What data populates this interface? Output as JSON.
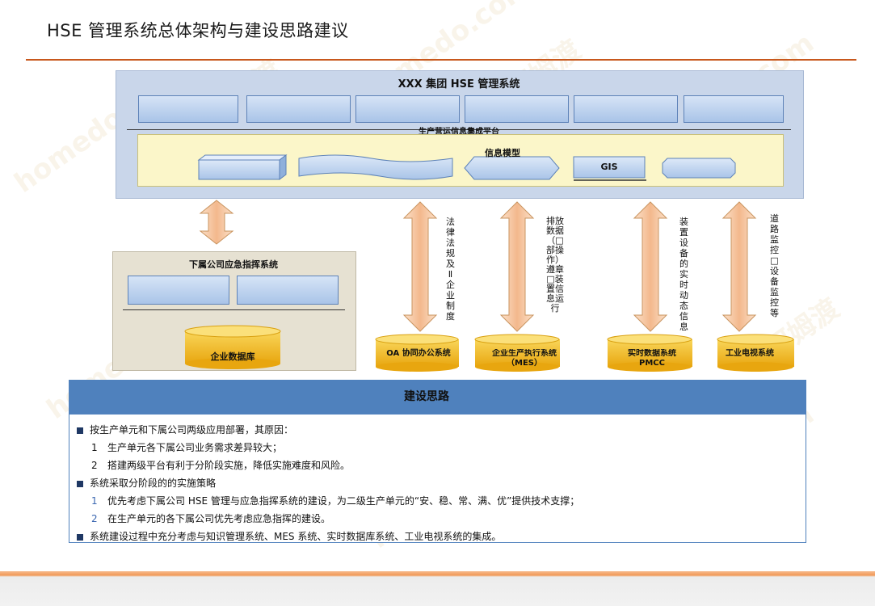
{
  "page": {
    "title": "HSE 管理系统总体架构与建设思路建议"
  },
  "diagram": {
    "main_system_title": "XXX 集团 HSE 管理系统",
    "platform_label": "生产营运信息集成平台",
    "info_model_label": "信息模型",
    "gis_label": "GIS",
    "subsidiary_title": "下属公司应急指挥系统",
    "enterprise_db_label": "企业数据库",
    "arrows": [
      {
        "text": "法律法规及Ⅱ企业制度"
      },
      {
        "text": "排放数据（□部操作）遵章□装置信息运行"
      },
      {
        "text": "装置设备的实时动态信息"
      },
      {
        "text": "道路监控□设备监控等"
      }
    ],
    "systems": [
      {
        "label": "OA 协同办公系统"
      },
      {
        "label": "企业生产执行系统（MES）"
      },
      {
        "label": "实时数据系统PMCC"
      },
      {
        "label": "工业电视系统"
      }
    ],
    "colors": {
      "panel_blue": "#c9d6ea",
      "module_blue": "#a9c4e8",
      "platform_yellow": "#fbf6c9",
      "cylinder_gold": "#f4c430",
      "arrow_peach": "#f8c9a4",
      "accent_orange": "#c8581d",
      "section_blue": "#4f81bd"
    }
  },
  "ideas": {
    "title": "建设思路",
    "lines": [
      {
        "marker": "bullet",
        "text": "按生产单元和下属公司两级应用部署，其原因："
      },
      {
        "marker": "1",
        "text": "生产单元各下属公司业务需求差异较大；"
      },
      {
        "marker": "2",
        "text": "搭建两级平台有利于分阶段实施，降低实施难度和风险。"
      },
      {
        "marker": "bullet",
        "text": "系统采取分阶段的的实施策略"
      },
      {
        "marker": "1",
        "text": "优先考虑下属公司 HSE 管理与应急指挥系统的建设，为二级生产单元的“安、稳、常、满、优”提供技术支撑；"
      },
      {
        "marker": "2",
        "text": "在生产单元的各下属公司优先考虑应急指挥的建设。"
      },
      {
        "marker": "bullet",
        "text": "系统建设过程中充分考虑与知识管理系统、MES 系统、实时数据库系统、工业电视系统的集成。"
      }
    ]
  },
  "watermark": {
    "texts": [
      "homedo.com",
      "河姆渡"
    ]
  }
}
